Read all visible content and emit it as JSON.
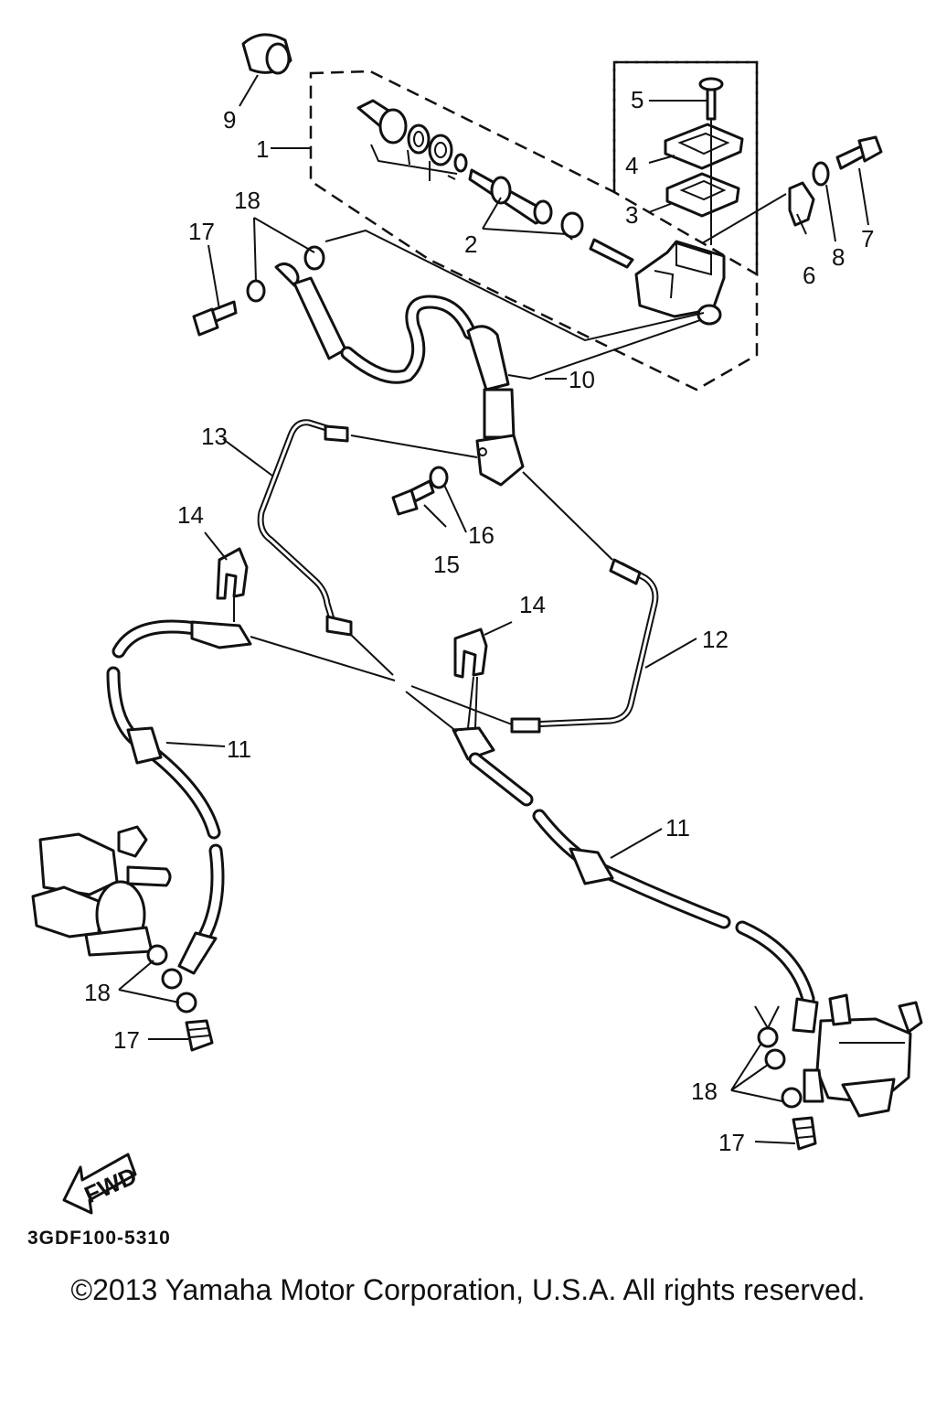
{
  "callouts": {
    "c1": "1",
    "c2": "2",
    "c3": "3",
    "c4": "4",
    "c5": "5",
    "c6": "6",
    "c7": "7",
    "c8": "8",
    "c9": "9",
    "c10": "10",
    "c11a": "11",
    "c11b": "11",
    "c12": "12",
    "c13": "13",
    "c14a": "14",
    "c14b": "14",
    "c15": "15",
    "c16": "16",
    "c17a": "17",
    "c17b": "17",
    "c17c": "17",
    "c18a": "18",
    "c18b": "18",
    "c18c": "18"
  },
  "fwd_label": "FWD",
  "ref_code": "3GDF100-5310",
  "copyright": "©2013 Yamaha Motor Corporation, U.S.A. All rights reserved."
}
